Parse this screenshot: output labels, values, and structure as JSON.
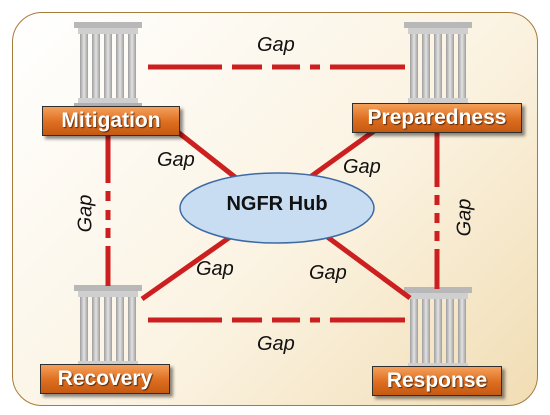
{
  "diagram": {
    "hub_label": "NGFR Hub",
    "pillars": {
      "mitigation": "Mitigation",
      "preparedness": "Preparedness",
      "recovery": "Recovery",
      "response": "Response"
    },
    "gap_label": "Gap",
    "colors": {
      "border": "#a67c3a",
      "connector": "#cc1f1f",
      "hub_fill": "#c9ddf2",
      "hub_stroke": "#3d6aa5",
      "label_fill": "#dd6d1f",
      "pillar": "#b9b9b9"
    }
  }
}
